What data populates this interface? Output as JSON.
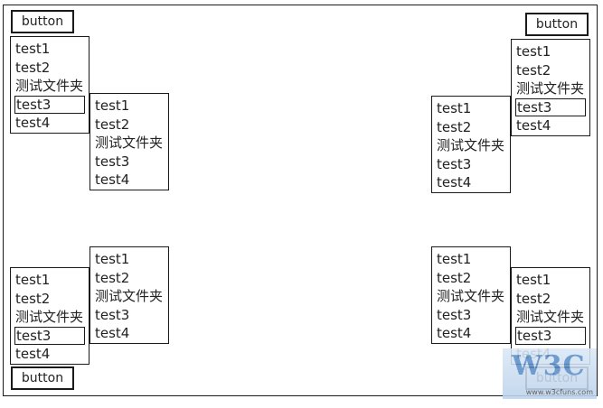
{
  "button_label": "button",
  "menu_items": [
    "test1",
    "test2",
    "测试文件夹",
    "test3",
    "test4"
  ],
  "watermark": {
    "logo": "W3C",
    "url": "www.w3cfuns.com"
  }
}
